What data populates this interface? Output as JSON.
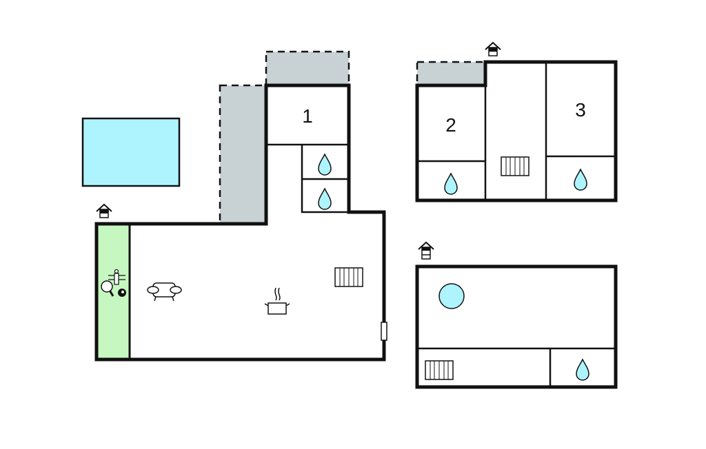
{
  "title": "Floor plan",
  "rooms": {
    "room1": "1",
    "room2": "2",
    "room3": "3"
  },
  "colors": {
    "wall": "#111111",
    "terrace": "#c8d2d4",
    "pool": "#aef4ff",
    "game_room": "#c6f7c0",
    "water": "#aef4ff"
  },
  "icons": [
    "entrance-icon",
    "water-drop-icon",
    "stairs-icon",
    "sofa-icon",
    "cooking-pot-icon",
    "table-tennis-icon",
    "billiard-ball-icon",
    "foosball-icon",
    "hot-tub-icon"
  ]
}
